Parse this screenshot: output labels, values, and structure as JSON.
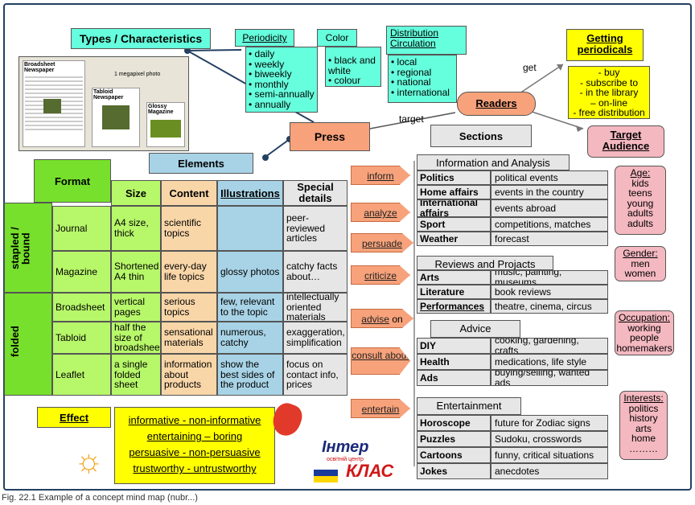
{
  "types_title": "Types / Characteristics",
  "periodicity": {
    "title": "Periodicity",
    "items": [
      "daily",
      "weekly",
      "biweekly",
      "monthly",
      "semi-annually",
      "annually"
    ]
  },
  "color": {
    "title": "Color",
    "items": [
      "black and white",
      "colour"
    ]
  },
  "distribution": {
    "title1": "Distribution",
    "title2": "Circulation",
    "items": [
      "local",
      "regional",
      "national",
      "international"
    ]
  },
  "getting": {
    "title": "Getting periodicals",
    "get_label": "get",
    "items": [
      "- buy",
      "- subscribe to",
      "- in the library",
      "– on-line",
      "- free distribution"
    ]
  },
  "readers": "Readers",
  "target_label": "target",
  "press": "Press",
  "sections": "Sections",
  "target_audience": "Target Audience",
  "elements": "Elements",
  "newspaper_image": {
    "broadsheet": "Broadsheet Newspaper",
    "tabloid": "Tabloid Newspaper",
    "glossy": "Glossy Magazine",
    "megapixel": "1 megapixel photo"
  },
  "table": {
    "format": "Format",
    "headers": {
      "size": "Size",
      "content": "Content",
      "illustrations": "Illustrations",
      "special": "Special details"
    },
    "groups": {
      "stapled": "stapled / bound",
      "folded": "folded"
    },
    "rows": [
      {
        "name": "Journal",
        "size": "A4 size, thick",
        "content": "scientific topics",
        "illus": "",
        "special": "peer-reviewed articles"
      },
      {
        "name": "Magazine",
        "size": "Shortened A4 thin",
        "content": "every-day life topics",
        "illus": "glossy photos",
        "special": "catchy facts about…"
      },
      {
        "name": "Broadsheet",
        "size": "vertical pages",
        "content": "serious topics",
        "illus": "few, relevant to the topic",
        "special": "intellectually oriented materials"
      },
      {
        "name": "Tabloid",
        "size": "half the size of broadsheet",
        "content": "sensational materials",
        "illus": "numerous, catchy",
        "special": "exaggeration, simplification"
      },
      {
        "name": "Leaflet",
        "size": "a single folded sheet",
        "content": "information about products",
        "illus": "show the best sides of the product",
        "special": "focus on contact info, prices"
      }
    ]
  },
  "functions": {
    "inform": "inform",
    "analyze": "analyze",
    "persuade": "persuade",
    "criticize": "criticize",
    "advise": "advise",
    "advise_on": "on",
    "consult": "consult about",
    "entertain": "entertain"
  },
  "info_analysis": {
    "title": "Information and Analysis",
    "rows": [
      [
        "Politics",
        "political events"
      ],
      [
        "Home affairs",
        "events in the country"
      ],
      [
        "International affairs",
        "events abroad"
      ],
      [
        "Sport",
        "competitions, matches"
      ],
      [
        "Weather",
        "forecast"
      ]
    ]
  },
  "reviews": {
    "title": "Reviews and Projacts",
    "rows": [
      [
        "Arts",
        "music, painting, museums"
      ],
      [
        "Literature",
        "book reviews"
      ],
      [
        "Performances",
        "theatre, cinema, circus"
      ]
    ]
  },
  "advice": {
    "title": "Advice",
    "rows": [
      [
        "DIY",
        "cooking, gardening, crafts"
      ],
      [
        "Health",
        "medications, life style"
      ],
      [
        "Ads",
        "buying/selling, wanted ads"
      ]
    ]
  },
  "entertainment": {
    "title": "Entertainment",
    "rows": [
      [
        "Horoscope",
        "future for Zodiac signs"
      ],
      [
        "Puzzles",
        "Sudoku, crosswords"
      ],
      [
        "Cartoons",
        "funny, critical situations"
      ],
      [
        "Jokes",
        "anecdotes"
      ]
    ]
  },
  "audience": {
    "age": {
      "title": "Age:",
      "items": [
        "kids",
        "teens",
        "young adults",
        "adults"
      ]
    },
    "gender": {
      "title": "Gender:",
      "items": [
        "men",
        "women"
      ]
    },
    "occupation": {
      "title": "Occupation:",
      "items": [
        "working people",
        "homemakers"
      ]
    },
    "interests": {
      "title": "Interests:",
      "items": [
        "politics",
        "history",
        "arts",
        "home",
        "………"
      ]
    }
  },
  "effect": {
    "title": "Effect",
    "lines": [
      "informative - non-informative",
      "entertaining – boring",
      "persuasive - non-persuasive",
      "trustworthy - untrustworthy"
    ]
  },
  "logo": {
    "line1": "Інтер",
    "line2": "КЛАС",
    "small": "освітній центр"
  },
  "caption": "Fig. 22.1 Example of a concept mind map (nubr...)",
  "colors": {
    "cyan": "#66ffdd",
    "orange": "#f7a27b",
    "green": "#77e02c",
    "pink": "#f4b8c0",
    "yellow": "#ffff00",
    "blue": "#a8d3e6"
  }
}
